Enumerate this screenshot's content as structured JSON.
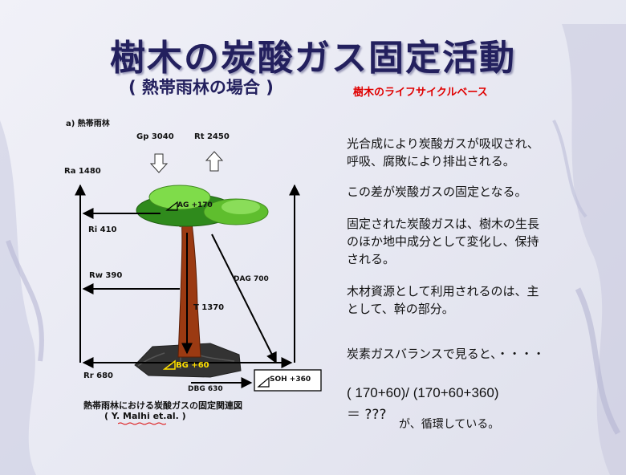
{
  "slide": {
    "title": "樹木の炭酸ガス固定活動",
    "subtitle": "( 熱帯雨林の場合 )",
    "tag": "樹木のライフサイクルベース",
    "colors": {
      "title": "#23205e",
      "tag": "#e00000"
    }
  },
  "diagram": {
    "heading": "a)  熱帯雨林",
    "labels": {
      "gp": "Gp  3040",
      "rt": "Rt  2450",
      "ra": "Ra  1480",
      "ri": "Ri   410",
      "rw": "Rw   390",
      "dag": "DAG  700",
      "t": "T  1370",
      "rr": "Rr   680",
      "dbg": "DBG  630",
      "ag": "AG +170",
      "bg": "BG +60",
      "soh": "SOH +360"
    },
    "caption": "熱帯雨林における炭酸ガスの固定関連図",
    "source": "( Y. Malhi et.al. )"
  },
  "text": {
    "p1": "光合成により炭酸ガスが吸収され、呼吸、腐敗により排出される。",
    "p2": "この差が炭酸ガスの固定となる。",
    "p3": "固定された炭酸ガスは、樹木の生長のほか地中成分として変化し、保持される。",
    "p4": "木材資源として利用されるのは、主として、幹の部分。",
    "p5": "炭素ガスバランスで見ると、・・・・",
    "formula": "( 170+60)/ (170+60+360)",
    "equals": "＝  ???",
    "conclusion": "が、循環している。"
  }
}
